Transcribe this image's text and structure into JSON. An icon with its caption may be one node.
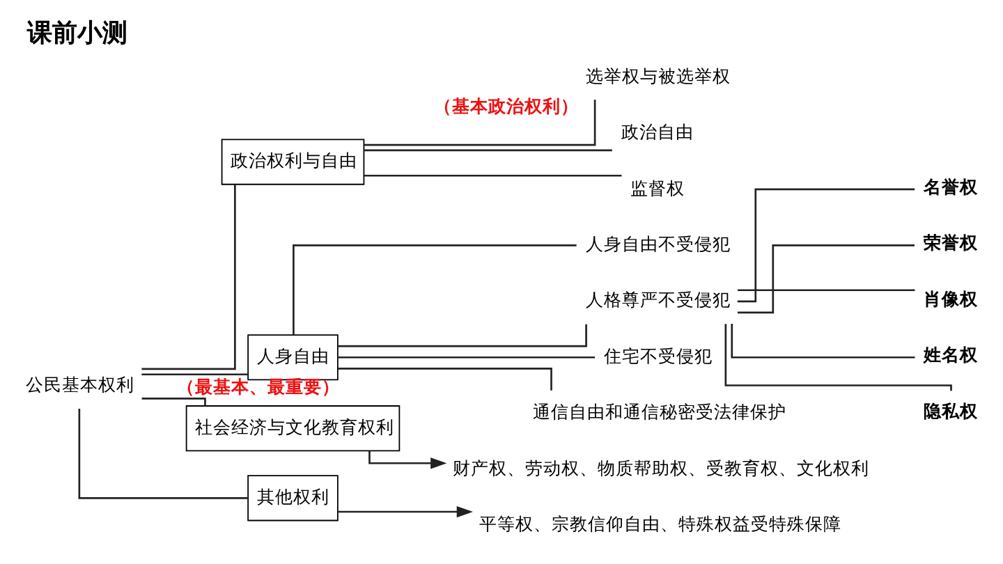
{
  "diagram": {
    "title": "课前小测",
    "nodes": [
      {
        "text": [
          "公民基本权利"
        ]
      },
      {
        "text": [
          "政治权利与自由"
        ]
      },
      {
        "text": [
          "人身自由"
        ],
        "beside": [
          "（最基本、最重要）"
        ]
      },
      {
        "text": [
          "社会经济与文化教育权利"
        ]
      },
      {
        "text": [
          "其他权利"
        ]
      },
      {
        "text": [
          "选举权与被选举权"
        ],
        "beside": [
          "（基本政治权利）"
        ]
      },
      {
        "text": [
          "政治自由"
        ]
      },
      {
        "text": [
          "监督权"
        ]
      },
      {
        "text": [
          "人身自由不受侵犯"
        ]
      },
      {
        "text": [
          "人格尊严不受侵犯"
        ]
      },
      {
        "text": [
          "住宅不受侵犯"
        ]
      },
      {
        "text": [
          "通信自由和通信秘密受法律保护"
        ]
      },
      {
        "text": [
          "名誉权"
        ]
      },
      {
        "text": [
          "荣誉权"
        ]
      },
      {
        "text": [
          "肖像权"
        ]
      },
      {
        "text": [
          "姓名权"
        ]
      },
      {
        "text": [
          "隐私权"
        ]
      },
      {
        "text": [
          "财产权、劳动权、物质帮助权、受教育权、文化权利"
        ]
      },
      {
        "text": [
          "平等权、宗教信仰自由、特殊权益受特殊保障"
        ]
      }
    ],
    "edges": [
      {
        "from": 0,
        "to": 1,
        "arrow": "none"
      },
      {
        "from": 0,
        "to": 2,
        "arrow": "none"
      },
      {
        "from": 0,
        "to": 3,
        "arrow": "none"
      },
      {
        "from": 0,
        "to": 4,
        "arrow": "none"
      },
      {
        "from": 1,
        "to": 5,
        "arrow": "none"
      },
      {
        "from": 1,
        "to": 6,
        "arrow": "none"
      },
      {
        "from": 1,
        "to": 7,
        "arrow": "none"
      },
      {
        "from": 2,
        "to": 8,
        "arrow": "none"
      },
      {
        "from": 2,
        "to": 9,
        "arrow": "none"
      },
      {
        "from": 2,
        "to": 10,
        "arrow": "none"
      },
      {
        "from": 2,
        "to": 11,
        "arrow": "none"
      },
      {
        "from": 9,
        "to": 12,
        "arrow": "none"
      },
      {
        "from": 9,
        "to": 13,
        "arrow": "none"
      },
      {
        "from": 9,
        "to": 14,
        "arrow": "none"
      },
      {
        "from": 9,
        "to": 15,
        "arrow": "none"
      },
      {
        "from": 9,
        "to": 16,
        "arrow": "none"
      },
      {
        "from": 3,
        "to": 17,
        "arrow": "to"
      },
      {
        "from": 4,
        "to": 18,
        "arrow": "to"
      }
    ]
  }
}
